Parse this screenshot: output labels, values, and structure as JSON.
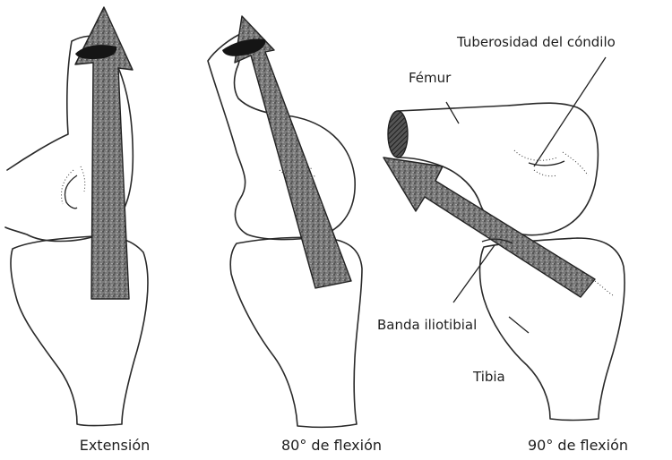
{
  "captions": {
    "extension": "Extensión",
    "flexion_80": "80° de flexión",
    "flexion_90": "90° de flexión"
  },
  "labels": {
    "condyle_tuberosity": "Tuberosidad del cóndilo",
    "femur": "Fémur",
    "iliotibial_band": "Banda iliotibial",
    "tibia": "Tibia"
  },
  "colors": {
    "ink": "#222222",
    "stipple_background": "#7a7a7a",
    "paper": "#ffffff"
  }
}
